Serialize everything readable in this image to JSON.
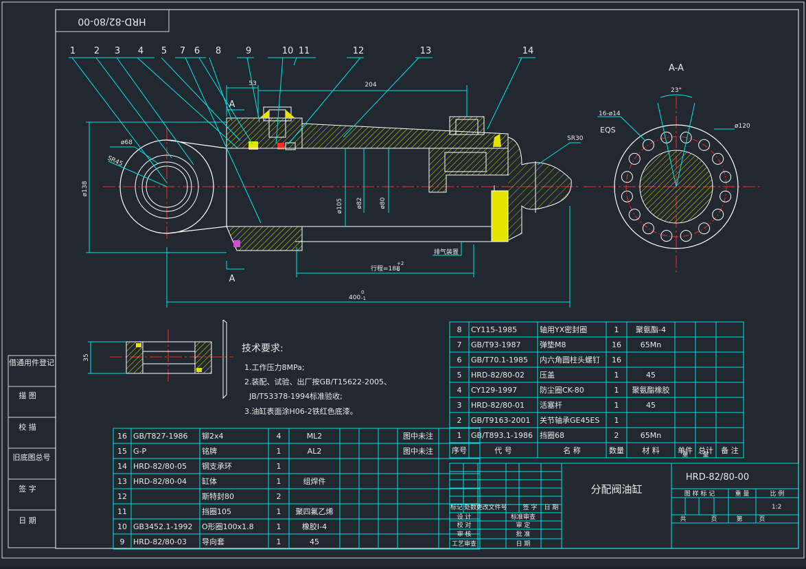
{
  "drawing": {
    "code_box": "HRD-82/80-00",
    "balloons": [
      "1",
      "2",
      "3",
      "4",
      "5",
      "7",
      "6",
      "8",
      "9",
      "10",
      "11",
      "12",
      "13",
      "14"
    ],
    "section_title": "A-A",
    "section_marks": [
      "A",
      "A"
    ],
    "dims": {
      "d53": "53",
      "d204": "204",
      "d68": "ø68",
      "sr45": "SR45",
      "d138": "ø138",
      "d105": "ø105",
      "d82": "ø82",
      "d80": "ø80",
      "sr30": "SR30",
      "stroke": "行程=188",
      "stroke_tol": "+2",
      "stroke_tol2": "0",
      "len400": "400",
      "len400_tol": "0",
      "len400_tol2": "-1",
      "exhaust": "排气装置",
      "h35": "35",
      "ang23": "23°",
      "holes": "16-ø14",
      "eqs": "EQS",
      "d120": "ø120"
    }
  },
  "tech": {
    "title": "技术要求:",
    "lines": [
      "1.工作压力8MPa;",
      "2.装配、试验、出厂按GB/T15622-2005、",
      "  JB/T53378-1994标准验收;",
      "3.油缸表面涂H06-2铁红色底漆。"
    ]
  },
  "left_strip": [
    "借通用件登记",
    "描 图",
    "校 描",
    "旧底图总号",
    "签 字",
    "日 期"
  ],
  "bom_right": [
    [
      "8",
      "CY115-1985",
      "轴用YX密封圈",
      "1",
      "聚氨酯-4",
      ""
    ],
    [
      "7",
      "GB/T93-1987",
      "弹垫M8",
      "16",
      "65Mn",
      ""
    ],
    [
      "6",
      "GB/T70.1-1985",
      "内六角圆柱头螺钉",
      "16",
      "",
      ""
    ],
    [
      "5",
      "HRD-82/80-02",
      "压盖",
      "1",
      "45",
      ""
    ],
    [
      "4",
      "CY129-1997",
      "防尘圈CK-80",
      "1",
      "聚氨酯橡胶",
      ""
    ],
    [
      "3",
      "HRD-82/80-01",
      "活塞杆",
      "1",
      "45",
      ""
    ],
    [
      "2",
      "GB/T9163-2001",
      "关节轴承GE45ES",
      "1",
      "",
      ""
    ],
    [
      "1",
      "GB/T893.1-1986",
      "挡圈68",
      "2",
      "65Mn",
      ""
    ]
  ],
  "bom_header": [
    "序号",
    "代 号",
    "名 称",
    "数量",
    "材 料",
    "单件",
    "总计",
    "备 注"
  ],
  "bom_header_sub": [
    "重",
    "量"
  ],
  "bom_left": [
    [
      "16",
      "GB/T827-1986",
      "铆2x4",
      "4",
      "ML2",
      "图中未注"
    ],
    [
      "15",
      "G-P",
      "铭牌",
      "1",
      "AL2",
      "图中未注"
    ],
    [
      "14",
      "HRD-82/80-05",
      "钢支承环",
      "1",
      "",
      ""
    ],
    [
      "13",
      "HRD-82/80-04",
      "缸体",
      "1",
      "组焊件",
      ""
    ],
    [
      "12",
      "",
      "斯特封80",
      "2",
      "",
      ""
    ],
    [
      "11",
      "",
      "挡圈105",
      "1",
      "聚四氟乙烯",
      ""
    ],
    [
      "10",
      "GB3452.1-1992",
      "O形圈100x1.8",
      "1",
      "橡胶I-4",
      ""
    ],
    [
      "9",
      "HRD-82/80-03",
      "导向套",
      "1",
      "45",
      ""
    ]
  ],
  "title_block": {
    "name": "分配阀油缸",
    "code": "HRD-82/80-00",
    "scale": "1:2",
    "rev_hdr": [
      "标记",
      "处数",
      "更改文件号",
      "签 字",
      "日 期"
    ],
    "roles": [
      "设 计",
      "校 对",
      "审 核",
      "工艺审查"
    ],
    "roles2": [
      "标准审查",
      "审 定",
      "批 准",
      "日 期"
    ],
    "stage_hdr": [
      "图 样 标 记",
      "重 量",
      "比 例"
    ],
    "sheet_hdr": [
      "共",
      "页",
      "第",
      "页"
    ]
  },
  "colors": {
    "bg": "#212830",
    "border": "#ffffff",
    "cyan": "#00e5e5",
    "yellow": "#e5e500",
    "red": "#ff2a2a",
    "green": "#39d339",
    "magenta": "#d050d0"
  }
}
